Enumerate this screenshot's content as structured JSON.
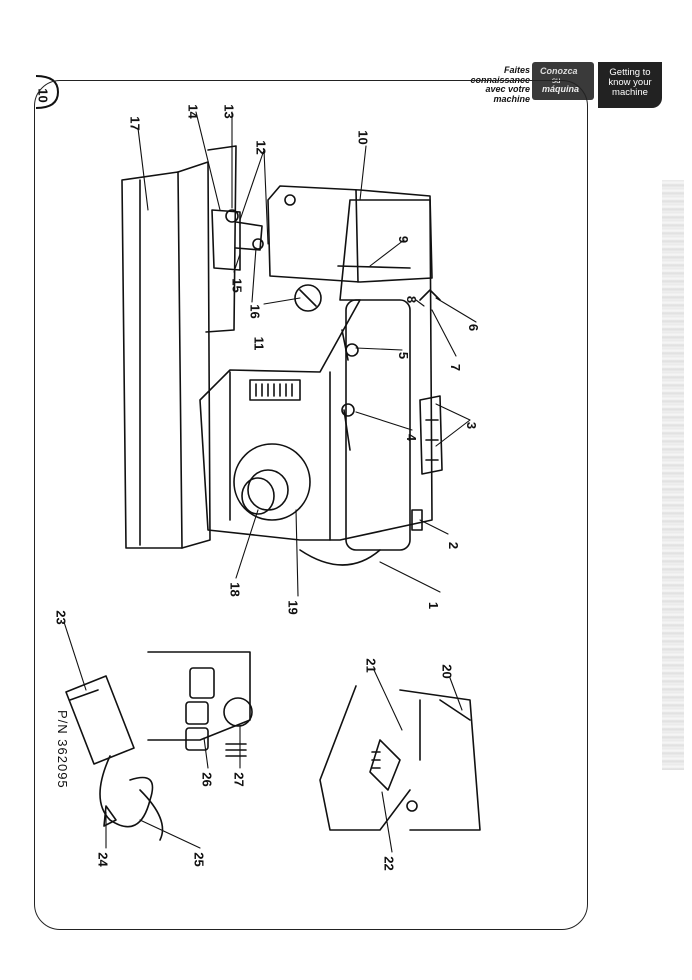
{
  "page": {
    "number": "10"
  },
  "header": {
    "french_lines": [
      "Faites",
      "connaissance",
      "avec votre",
      "machine"
    ],
    "thumbnail_lines": [
      "Conozca",
      "su",
      "máquina"
    ],
    "english_lines": [
      "Getting to",
      "know your",
      "machine"
    ]
  },
  "callouts": [
    "1",
    "2",
    "3",
    "4",
    "5",
    "6",
    "7",
    "8",
    "9",
    "10",
    "11",
    "12",
    "13",
    "14",
    "15",
    "16",
    "17",
    "18",
    "19",
    "20",
    "21",
    "22",
    "23",
    "24",
    "25",
    "26",
    "27"
  ],
  "part_number": "P/N 362095"
}
